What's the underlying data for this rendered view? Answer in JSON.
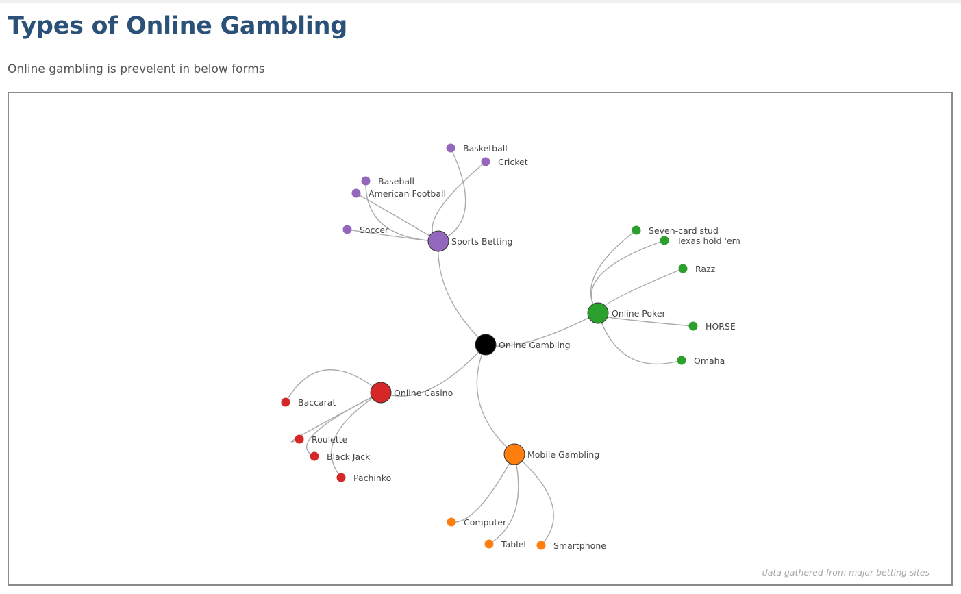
{
  "header": {
    "title": "Types of Online Gambling",
    "subtitle": "Online gambling is prevelent in below forms"
  },
  "footnote": "data gathered from major betting sites",
  "colors": {
    "root": "#000000",
    "sports": "#9467bd",
    "poker": "#2ca02c",
    "casino": "#d62728",
    "mobile": "#ff7f0e",
    "link": "#aaaaaa"
  },
  "graph": {
    "root": "Online Gambling",
    "categories": [
      {
        "name": "Sports Betting",
        "color_key": "sports",
        "children": [
          "Basketball",
          "Cricket",
          "Baseball",
          "American Football",
          "Soccer"
        ]
      },
      {
        "name": "Online Poker",
        "color_key": "poker",
        "children": [
          "Seven-card stud",
          "Texas hold 'em",
          "Razz",
          "HORSE",
          "Omaha"
        ]
      },
      {
        "name": "Online Casino",
        "color_key": "casino",
        "children": [
          "Baccarat",
          "Roulette",
          "Black Jack",
          "Pachinko"
        ]
      },
      {
        "name": "Mobile Gambling",
        "color_key": "mobile",
        "children": [
          "Computer",
          "Tablet",
          "Smartphone"
        ]
      }
    ]
  }
}
